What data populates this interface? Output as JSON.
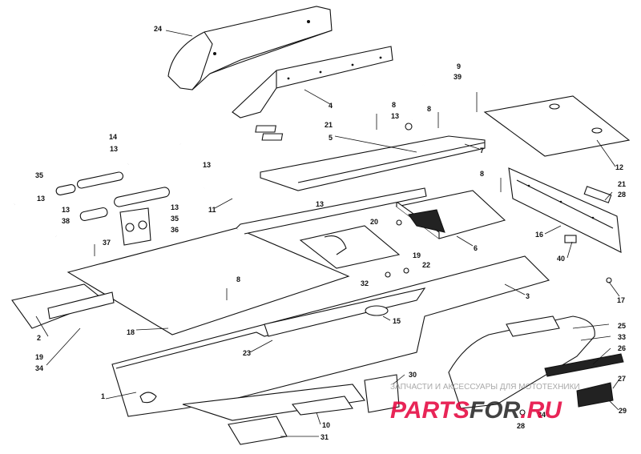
{
  "watermark": {
    "caption": "ЗАПЧАСТИ И АКСЕССУАРЫ ДЛЯ МОТОТЕХНИКИ",
    "brand_part1": "PARTS",
    "brand_part2": "FOR",
    "brand_part3": ".RU",
    "colors": {
      "caption": "#9a9a9a",
      "brand": "#e4003a",
      "brand_alt": "#222222"
    }
  },
  "callouts": [
    {
      "id": "c1",
      "label": "1"
    },
    {
      "id": "c2",
      "label": "2"
    },
    {
      "id": "c3",
      "label": "3"
    },
    {
      "id": "c4",
      "label": "4"
    },
    {
      "id": "c5",
      "label": "5"
    },
    {
      "id": "c6",
      "label": "6"
    },
    {
      "id": "c7",
      "label": "7"
    },
    {
      "id": "c8a",
      "label": "8"
    },
    {
      "id": "c8b",
      "label": "8"
    },
    {
      "id": "c8c",
      "label": "8"
    },
    {
      "id": "c8d",
      "label": "8"
    },
    {
      "id": "c9",
      "label": "9"
    },
    {
      "id": "c39",
      "label": "39"
    },
    {
      "id": "c10",
      "label": "10"
    },
    {
      "id": "c11",
      "label": "11"
    },
    {
      "id": "c12",
      "label": "12"
    },
    {
      "id": "c13a",
      "label": "13"
    },
    {
      "id": "c13b",
      "label": "13"
    },
    {
      "id": "c13c",
      "label": "13"
    },
    {
      "id": "c13d",
      "label": "13"
    },
    {
      "id": "c13e",
      "label": "13"
    },
    {
      "id": "c13f",
      "label": "13"
    },
    {
      "id": "c13g",
      "label": "13"
    },
    {
      "id": "c14",
      "label": "14"
    },
    {
      "id": "c15",
      "label": "15"
    },
    {
      "id": "c16",
      "label": "16"
    },
    {
      "id": "c17",
      "label": "17"
    },
    {
      "id": "c18",
      "label": "18"
    },
    {
      "id": "c19a",
      "label": "19"
    },
    {
      "id": "c19b",
      "label": "19"
    },
    {
      "id": "c20",
      "label": "20"
    },
    {
      "id": "c21a",
      "label": "21"
    },
    {
      "id": "c21b",
      "label": "21"
    },
    {
      "id": "c22",
      "label": "22"
    },
    {
      "id": "c23",
      "label": "23"
    },
    {
      "id": "c24",
      "label": "24"
    },
    {
      "id": "c25",
      "label": "25"
    },
    {
      "id": "c26",
      "label": "26"
    },
    {
      "id": "c27",
      "label": "27"
    },
    {
      "id": "c28a",
      "label": "28"
    },
    {
      "id": "c28b",
      "label": "28"
    },
    {
      "id": "c29",
      "label": "29"
    },
    {
      "id": "c30",
      "label": "30"
    },
    {
      "id": "c31",
      "label": "31"
    },
    {
      "id": "c32",
      "label": "32"
    },
    {
      "id": "c33",
      "label": "33"
    },
    {
      "id": "c34a",
      "label": "34"
    },
    {
      "id": "c34b",
      "label": "34"
    },
    {
      "id": "c35a",
      "label": "35"
    },
    {
      "id": "c35b",
      "label": "35"
    },
    {
      "id": "c36",
      "label": "36"
    },
    {
      "id": "c37",
      "label": "37"
    },
    {
      "id": "c38",
      "label": "38"
    },
    {
      "id": "c40",
      "label": "40"
    }
  ]
}
